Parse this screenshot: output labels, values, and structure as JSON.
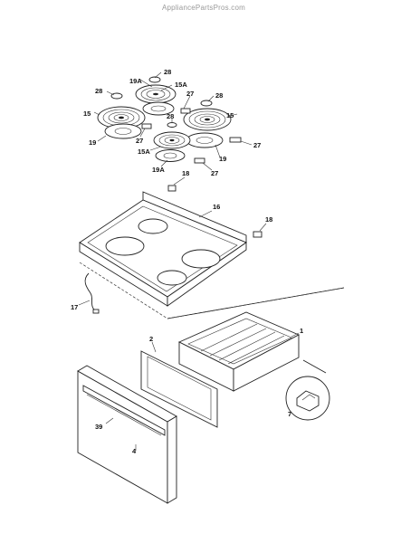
{
  "watermark": "AppliancePartsPros.com",
  "callouts": {
    "c28a": "28",
    "c28b": "28",
    "c28c": "28",
    "c28d": "28",
    "c19Aa": "19A",
    "c19Ab": "19A",
    "c15Aa": "15A",
    "c15Ab": "15A",
    "c15a": "15",
    "c15b": "15",
    "c27a": "27",
    "c27b": "27",
    "c27c": "27",
    "c27d": "27",
    "c19a": "19",
    "c19b": "19",
    "c18a": "18",
    "c18b": "18",
    "c16": "16",
    "c17": "17",
    "c1": "1",
    "c2": "2",
    "c7": "7",
    "c39": "39",
    "c4": "4"
  }
}
